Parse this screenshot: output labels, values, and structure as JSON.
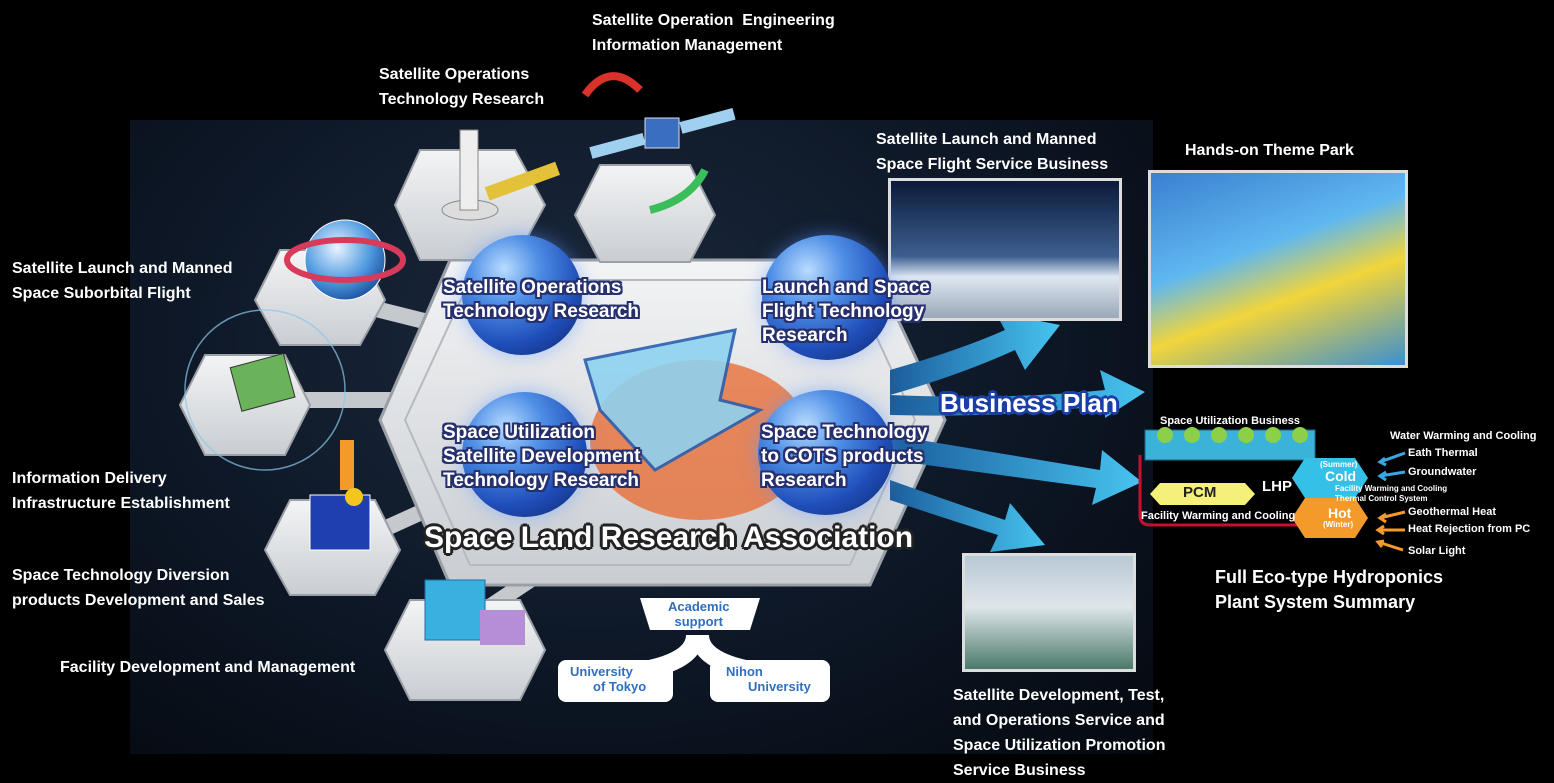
{
  "labels": {
    "sat_op_eng": [
      "Satellite Operation  Engineering",
      "Information Management"
    ],
    "sat_op_tech": [
      "Satellite Operations",
      "Technology Research"
    ],
    "launch_suborbital": [
      "Satellite Launch and Manned",
      "Space Suborbital Flight"
    ],
    "info_delivery": [
      "Information Delivery",
      "Infrastructure Establishment"
    ],
    "tech_diversion": [
      "Space Technology Diversion",
      "products Development and Sales"
    ],
    "facility": "Facility Development and Management",
    "launch_business": [
      "Satellite Launch and Manned",
      "Space Flight Service Business"
    ],
    "theme_park": "Hands-on Theme Park",
    "sat_dev_business": [
      "Satellite Development, Test,",
      "and Operations Service and",
      "Space Utilization Promotion",
      "Service Business"
    ],
    "eco_summary": [
      "Full Eco-type Hydroponics",
      "Plant System Summary"
    ]
  },
  "orbs": {
    "sat_ops": [
      "Satellite Operations",
      "Technology Research"
    ],
    "launch_space": [
      "Launch and Space",
      "Flight Technology",
      "Research"
    ],
    "space_util": [
      "Space Utilization",
      "Satellite Development",
      "Technology Research"
    ],
    "cots": [
      "Space Technology",
      "to COTS products",
      "Research"
    ]
  },
  "center_title": "Space Land Research Association",
  "business_plan": "Business Plan",
  "academic": {
    "header": [
      "Academic",
      "support"
    ],
    "tokyo": [
      "University",
      "of Tokyo"
    ],
    "nihon": [
      "Nihon",
      "University"
    ]
  },
  "eco": {
    "space_util_business": "Space Utilization Business",
    "pcm": "PCM",
    "lhp": "LHP",
    "facility_wc": "Facility Warming and Cooling",
    "summer": "(Summer)",
    "cold": "Cold",
    "winter": "(Winter)",
    "hot": "Hot",
    "facility_wc_small": "Facility Warming and Cooling",
    "thermal_control": "Thermal Control System",
    "water_wc": "Water Warming and Cooling",
    "eath_thermal": "Eath Thermal",
    "groundwater": "Groundwater",
    "geothermal": "Geothermal Heat",
    "heat_rejection": "Heat Rejection from PC",
    "solar": "Solar Light"
  },
  "colors": {
    "orb_outline": "#27306e",
    "hex_face": "#e6e8ea",
    "arrow_blue": "#3aa8e0",
    "pcm_yellow": "#f4f07a",
    "cold_blue": "#35c0e8",
    "hot_orange": "#f39a2a",
    "academic_text": "#2f6fbf"
  }
}
